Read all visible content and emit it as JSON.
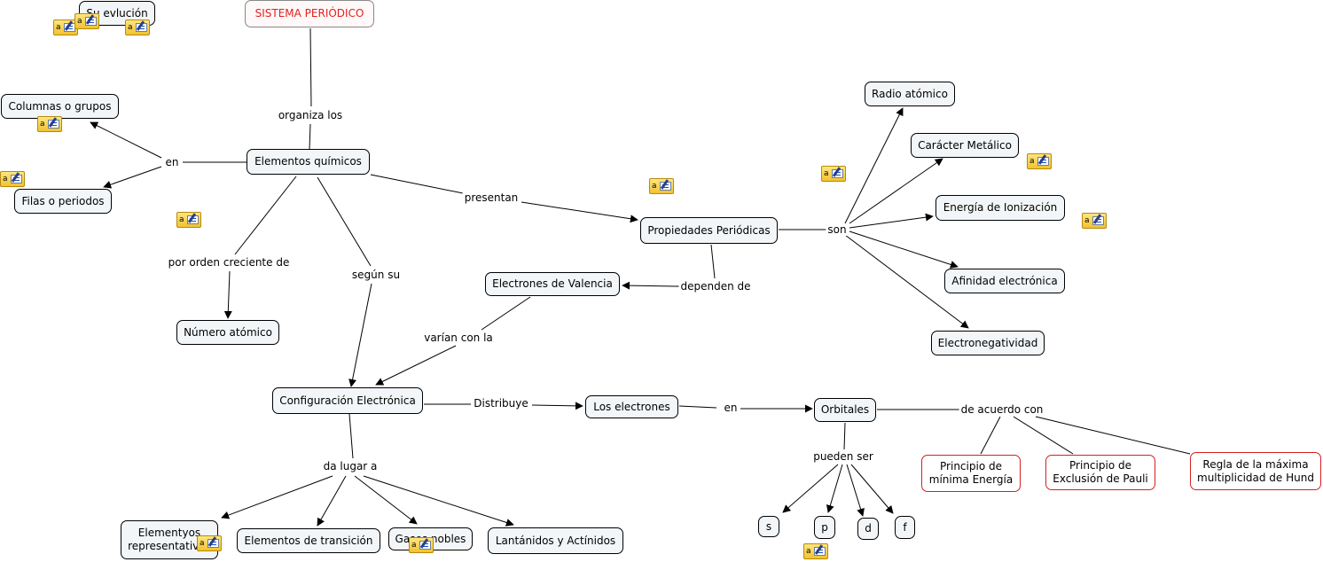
{
  "title": "SISTEMA PERIÓDICO",
  "concepts": {
    "evolucion": "Su evlución",
    "columnas": "Columnas o grupos",
    "filas": "Filas o periodos",
    "elementos": "Elementos químicos",
    "numero": "Número atómico",
    "configuracion": "Configuración Electrónica",
    "valencia": "Electrones de Valencia",
    "propiedades": "Propiedades Periódicas",
    "radio": "Radio atómico",
    "metalico": "Carácter Metálico",
    "ionizacion": "Energía de Ionización",
    "afinidad": "Afinidad electrónica",
    "electroneg": "Electronegatividad",
    "electrones": "Los electrones",
    "orbitales": "Orbitales",
    "rep": "Elementyos representativos",
    "trans": "Elementos de transición",
    "gases": "Gases nobles",
    "lant": "Lantánidos y Actínidos",
    "s": "s",
    "p": "p",
    "d": "d",
    "f": "f",
    "minima": "Principio de mínima Energía",
    "pauli": "Principio de Exclusión de Pauli",
    "hund": "Regla de la máxima multiplicidad de Hund"
  },
  "link_phrases": {
    "organiza": "organiza los",
    "en1": "en",
    "porOrden": "por orden creciente de",
    "segun": "según su",
    "presentan": "presentan",
    "son": "son",
    "dependen": "dependen de",
    "varian": "varían con la",
    "distribuye": "Distribuye",
    "en2": "en",
    "acuerdo": "de acuerdo con",
    "pueden": "pueden ser",
    "daLugar": "da lugar a"
  },
  "note_icon": {
    "letter": "a",
    "name": "note-icon"
  },
  "colors": {
    "node_bg": "#f3f6f8",
    "title_text": "#e02020",
    "red_border": "#d42020",
    "line": "#000000"
  }
}
